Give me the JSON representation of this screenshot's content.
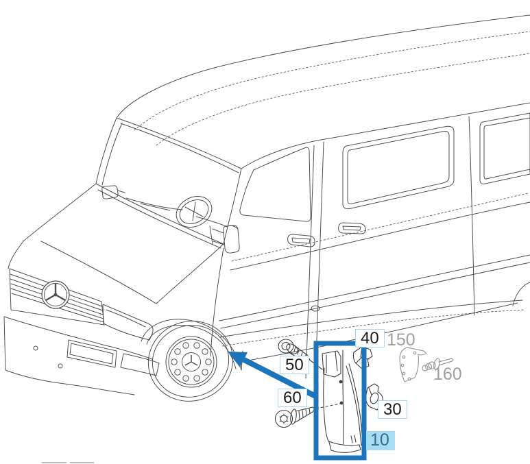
{
  "diagram": {
    "kind": "vehicle-parts-catalog-illustration",
    "vehicle_drawing": "van-line-art-three-quarter-front-left",
    "selected_assembly": "b-pillar-lower-trim-panel",
    "callouts": [
      {
        "id": "40",
        "label": "40",
        "style": "boxed",
        "part_drawing": "small-bracket-clip"
      },
      {
        "id": "150",
        "label": "150",
        "style": "muted-gray",
        "part_drawing": "curved-bracket-plate"
      },
      {
        "id": "160",
        "label": "160",
        "style": "muted-gray",
        "part_drawing": "rivet-with-washer"
      },
      {
        "id": "50",
        "label": "50",
        "style": "boxed",
        "part_drawing": "pan-head-screw"
      },
      {
        "id": "60",
        "label": "60",
        "style": "boxed",
        "part_drawing": "torx-head-screw"
      },
      {
        "id": "30",
        "label": "30",
        "style": "boxed",
        "part_drawing": "clip-cap"
      },
      {
        "id": "10",
        "label": "10",
        "style": "highlighted",
        "part_drawing": "pillar-trim-panel"
      }
    ],
    "colors": {
      "selection_blue": "#1c75bb",
      "highlight_bg": "#a5def2",
      "highlight_text": "#3a6b90",
      "callout_box_border": "#a9d9ec",
      "line_art": "#4f4f4f",
      "muted_part_gray": "#9b9b9b"
    }
  }
}
